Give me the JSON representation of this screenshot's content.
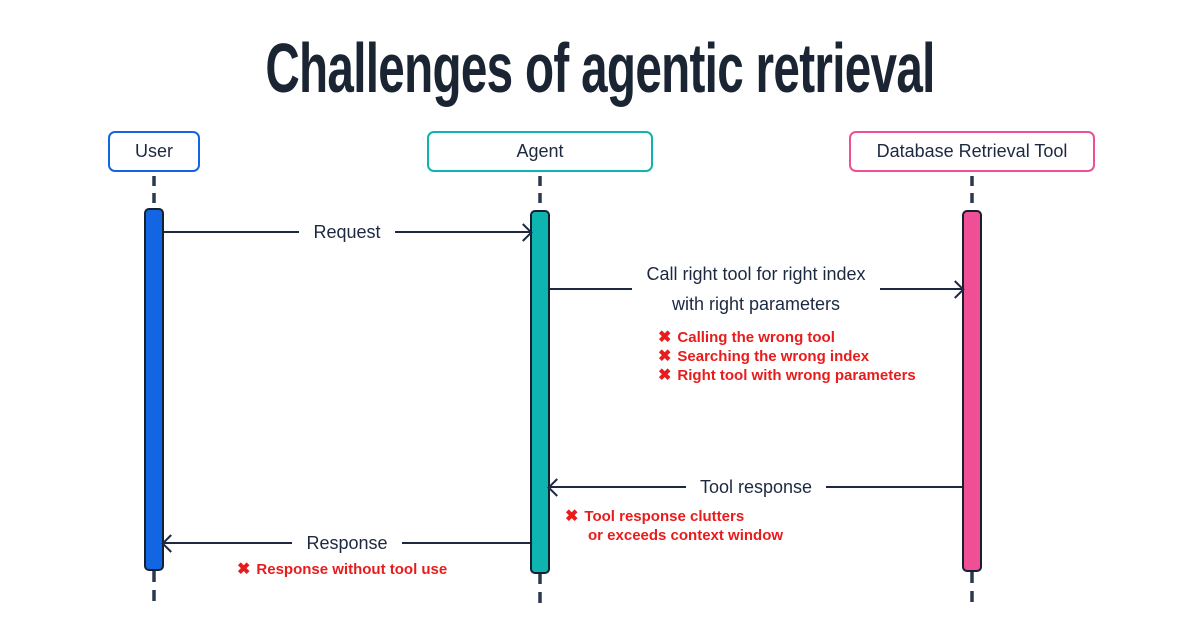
{
  "title": "Challenges of agentic retrieval",
  "failure_icon": "✖",
  "colors": {
    "ink": "#1c2940",
    "title": "#1a2433",
    "lifeline": "#2b3950",
    "bar_border": "#16202e",
    "user_accent": "#1266e3",
    "agent_accent": "#0eb5b0",
    "tool_accent": "#f04f96",
    "error_red": "#e81c1c"
  },
  "actors": [
    {
      "label": "User",
      "accent": "#1266e3"
    },
    {
      "label": "Agent",
      "accent": "#0eb5b0"
    },
    {
      "label": "Database Retrieval Tool",
      "accent": "#f04f96"
    }
  ],
  "messages": [
    {
      "from": "User",
      "to": "Agent",
      "label": "Request"
    },
    {
      "from": "Agent",
      "to": "Database Retrieval Tool",
      "lines": [
        "Call right tool for right index",
        "with right parameters"
      ],
      "issues": [
        "Calling the wrong tool",
        "Searching the wrong index",
        "Right tool with wrong parameters"
      ]
    },
    {
      "from": "Database Retrieval Tool",
      "to": "Agent",
      "label": "Tool response",
      "issue_lines": [
        "Tool response clutters",
        "or exceeds context window"
      ]
    },
    {
      "from": "Agent",
      "to": "User",
      "label": "Response",
      "issues": [
        "Response without tool use"
      ]
    }
  ]
}
